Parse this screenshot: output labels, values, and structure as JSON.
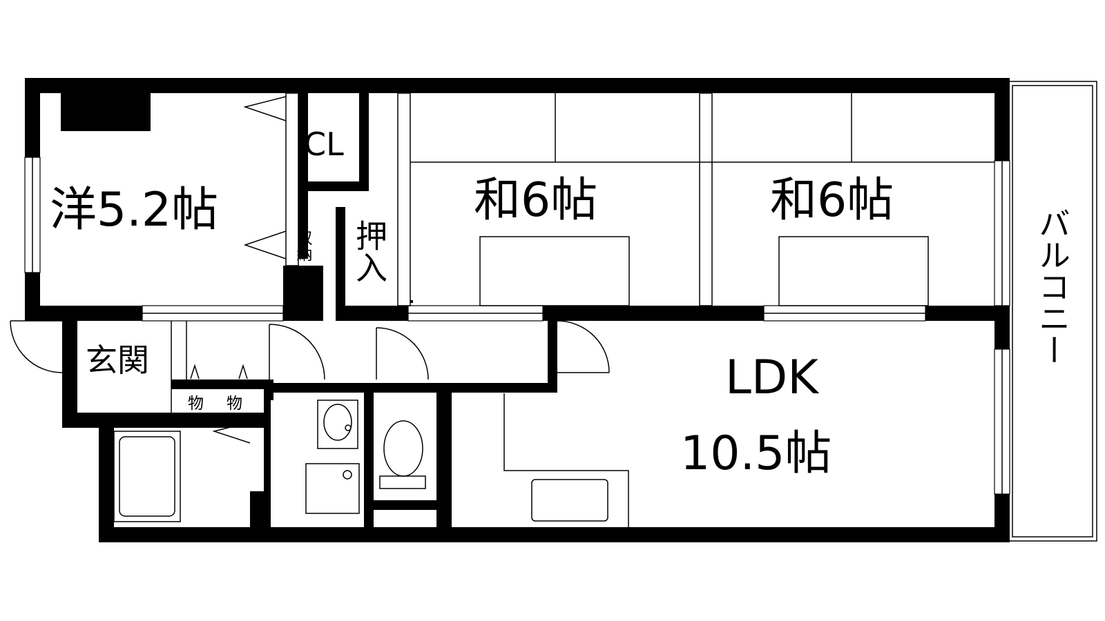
{
  "rooms": {
    "western": "洋5.2帖",
    "closet": "CL",
    "storage": "収納",
    "storage_2": "物",
    "oshiire": "押入",
    "japanese_1": "和6帖",
    "japanese_2": "和6帖",
    "balcony": "バルコニー",
    "entrance": "玄関",
    "shoe_left": "物",
    "shoe_right": "物",
    "ldk": "LDK",
    "ldk_size": "10.5帖"
  },
  "colors": {
    "wall": "#000000",
    "background": "#ffffff"
  }
}
